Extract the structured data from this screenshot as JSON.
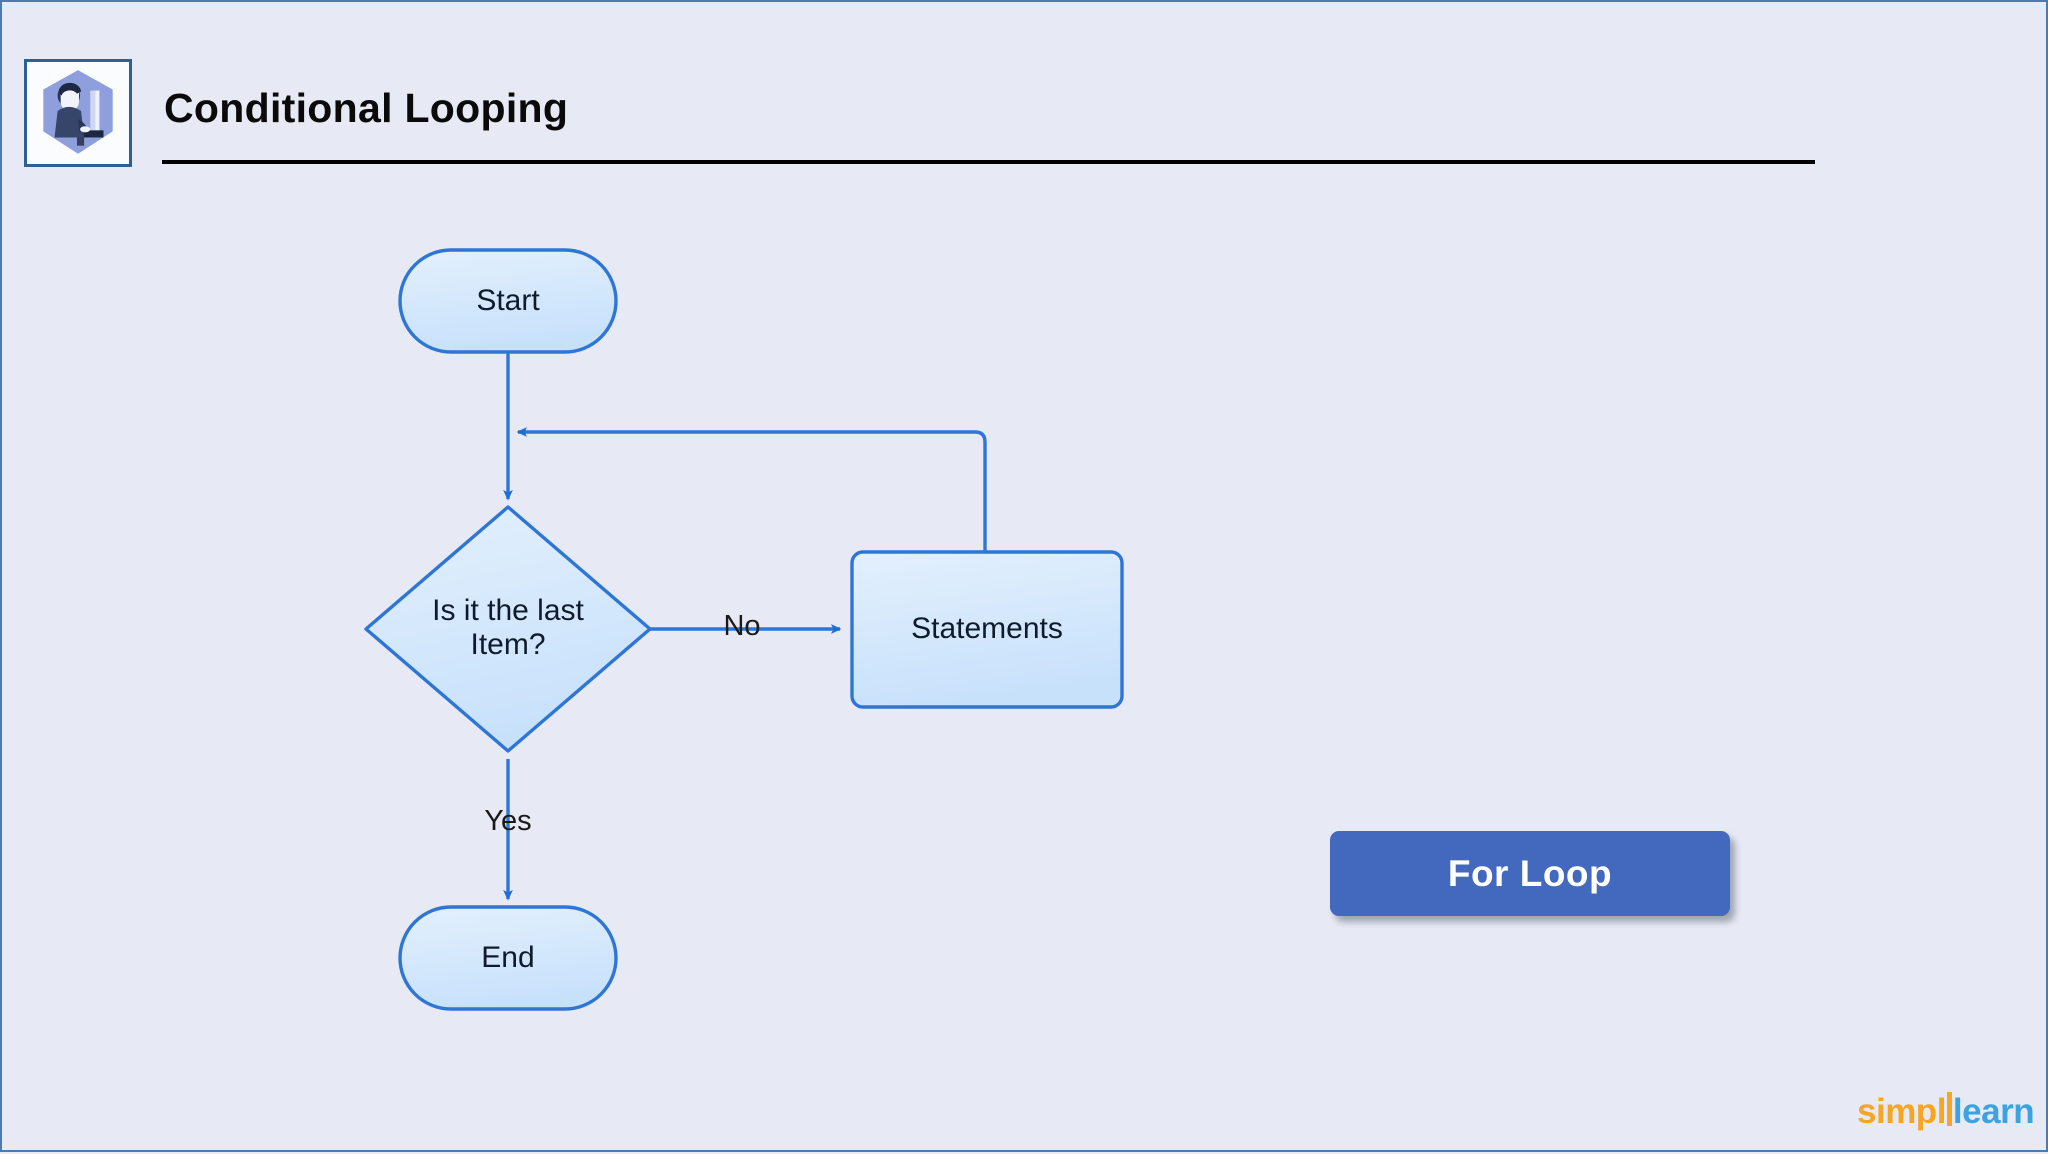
{
  "slide": {
    "background_color": "#e7eaf5",
    "border_color": "#4b7bb5",
    "title": "Conditional Looping",
    "logo_icon": "person-at-computer-hexagon-icon"
  },
  "flowchart": {
    "accent_color": "#2e76d6",
    "node_fill": "#cfe4fb",
    "node_stroke": "#2e76d6",
    "nodes": [
      {
        "id": "start",
        "type": "stadium",
        "label": "Start"
      },
      {
        "id": "decision",
        "type": "diamond",
        "label": "Is it the last\nItem?"
      },
      {
        "id": "statements",
        "type": "rectangle",
        "label": "Statements"
      },
      {
        "id": "end",
        "type": "stadium",
        "label": "End"
      }
    ],
    "edges": [
      {
        "from": "start",
        "to": "decision",
        "label": ""
      },
      {
        "from": "decision",
        "to": "statements",
        "label": "No"
      },
      {
        "from": "statements",
        "to": "decision",
        "label": ""
      },
      {
        "from": "decision",
        "to": "end",
        "label": "Yes"
      }
    ]
  },
  "callout": {
    "label": "For Loop",
    "fill_color": "#4269be",
    "text_color": "#ffffff"
  },
  "brand": {
    "part_one": "simpl",
    "part_two": "learn",
    "color_one": "#f5a623",
    "color_two": "#3ba3e0"
  }
}
